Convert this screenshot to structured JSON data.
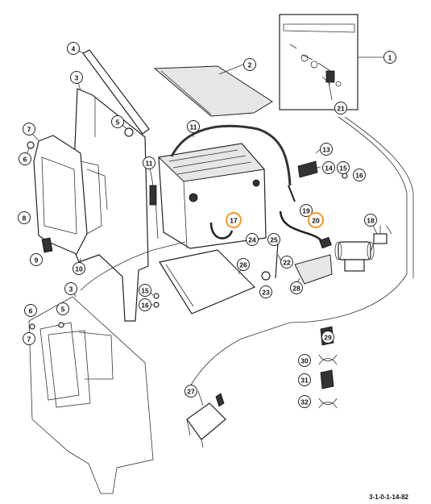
{
  "callouts": [
    {
      "id": "c1",
      "label": "1",
      "highlight": false
    },
    {
      "id": "c2",
      "label": "2",
      "highlight": false
    },
    {
      "id": "c3a",
      "label": "3",
      "highlight": false
    },
    {
      "id": "c3b",
      "label": "3",
      "highlight": false
    },
    {
      "id": "c4",
      "label": "4",
      "highlight": false
    },
    {
      "id": "c5a",
      "label": "5",
      "highlight": false
    },
    {
      "id": "c5b",
      "label": "5",
      "highlight": false
    },
    {
      "id": "c6a",
      "label": "6",
      "highlight": false
    },
    {
      "id": "c6b",
      "label": "6",
      "highlight": false
    },
    {
      "id": "c7a",
      "label": "7",
      "highlight": false
    },
    {
      "id": "c7b",
      "label": "7",
      "highlight": false
    },
    {
      "id": "c8",
      "label": "8",
      "highlight": false
    },
    {
      "id": "c9",
      "label": "9",
      "highlight": false
    },
    {
      "id": "c10",
      "label": "10",
      "highlight": false
    },
    {
      "id": "c11a",
      "label": "11",
      "highlight": false
    },
    {
      "id": "c11b",
      "label": "11",
      "highlight": false
    },
    {
      "id": "c13",
      "label": "13",
      "highlight": false
    },
    {
      "id": "c14",
      "label": "14",
      "highlight": false
    },
    {
      "id": "c15a",
      "label": "15",
      "highlight": false
    },
    {
      "id": "c15b",
      "label": "15",
      "highlight": false
    },
    {
      "id": "c16a",
      "label": "16",
      "highlight": false
    },
    {
      "id": "c16b",
      "label": "16",
      "highlight": false
    },
    {
      "id": "c17",
      "label": "17",
      "highlight": true
    },
    {
      "id": "c18",
      "label": "18",
      "highlight": false
    },
    {
      "id": "c19",
      "label": "19",
      "highlight": false
    },
    {
      "id": "c20",
      "label": "20",
      "highlight": true
    },
    {
      "id": "c21",
      "label": "21",
      "highlight": false
    },
    {
      "id": "c22",
      "label": "22",
      "highlight": false
    },
    {
      "id": "c23",
      "label": "23",
      "highlight": false
    },
    {
      "id": "c24",
      "label": "24",
      "highlight": false
    },
    {
      "id": "c25",
      "label": "25",
      "highlight": false
    },
    {
      "id": "c26",
      "label": "26",
      "highlight": false
    },
    {
      "id": "c27",
      "label": "27",
      "highlight": false
    },
    {
      "id": "c28",
      "label": "28",
      "highlight": false
    },
    {
      "id": "c29",
      "label": "29",
      "highlight": false
    },
    {
      "id": "c30",
      "label": "30",
      "highlight": false
    },
    {
      "id": "c31",
      "label": "31",
      "highlight": false
    },
    {
      "id": "c32",
      "label": "32",
      "highlight": false
    }
  ],
  "drawing_reference": "3-1-0-1-14-82",
  "colors": {
    "line": "#222222",
    "highlight": "#f0a030",
    "paper": "#ffffff"
  }
}
